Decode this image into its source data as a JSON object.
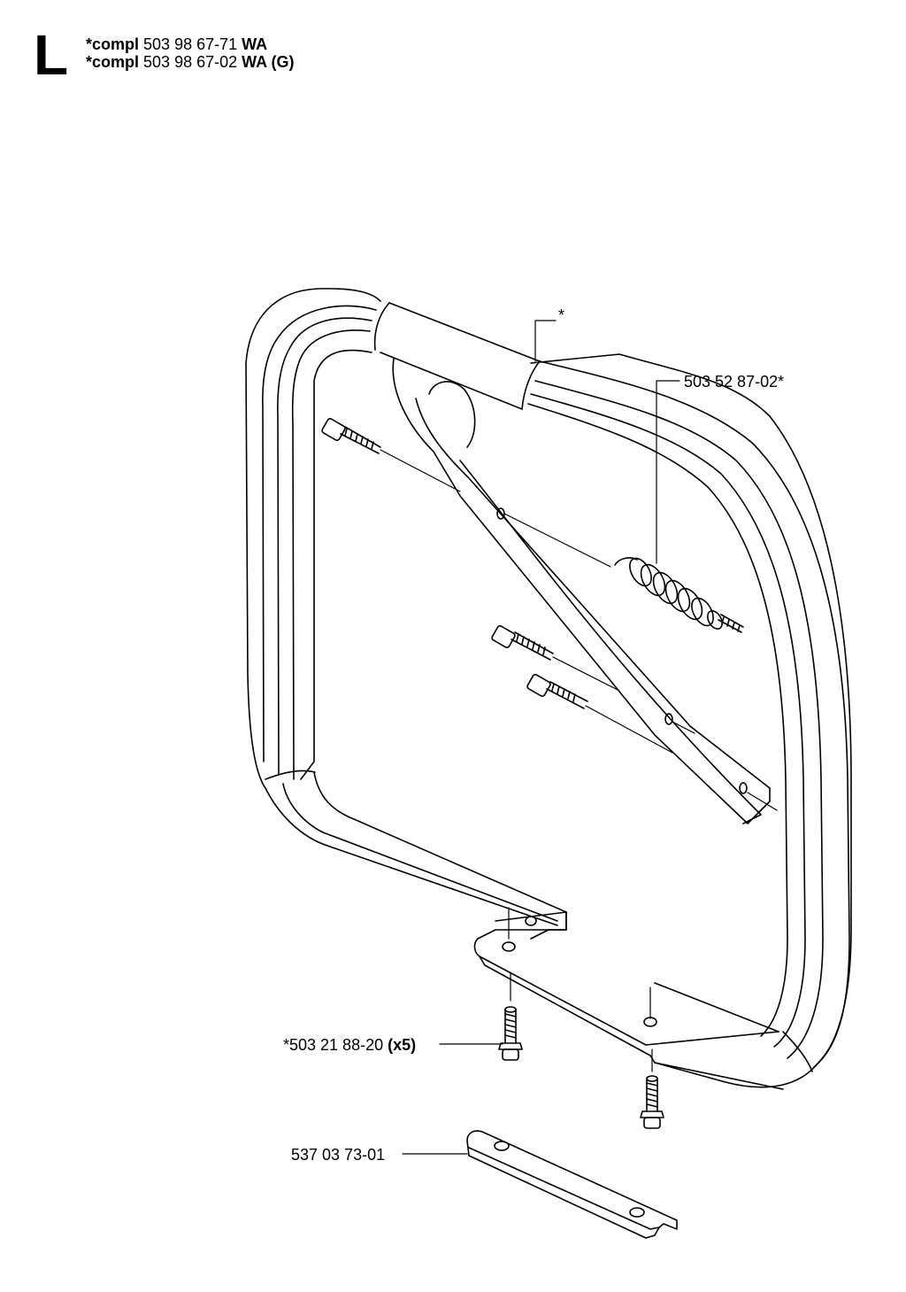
{
  "section": "L",
  "header": {
    "line1": {
      "prefix": "*compl",
      "number": "503 98 67-71",
      "variant": "WA"
    },
    "line2": {
      "prefix": "*compl",
      "number": "503 98 67-02",
      "variant": "WA (G)"
    }
  },
  "callouts": {
    "star": "*",
    "vibration_damper": "503 52 87-02*",
    "screw": "*503 21 88-20",
    "screw_qty": "(x5)",
    "bracket": "537 03 73-01"
  }
}
